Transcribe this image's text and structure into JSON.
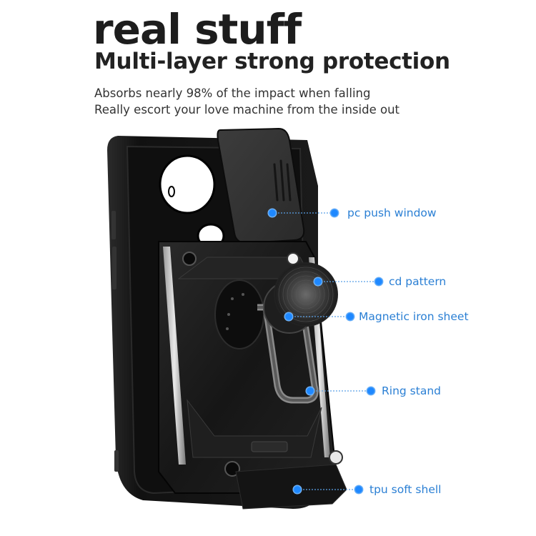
{
  "header": {
    "title": "real stuff",
    "subtitle": "Multi-layer strong protection",
    "description": [
      "Absorbs nearly 98% of the impact when falling",
      "Really escort your love machine from the inside out"
    ]
  },
  "product": {
    "name": "phone-case-with-camera-slider-and-ring-stand",
    "case_color": "#1a1a1a",
    "accent_color": "#2a7fd4"
  },
  "callouts": [
    {
      "label": "pc push window",
      "part": "camera-slide-cover"
    },
    {
      "label": "cd pattern",
      "part": "ring-top-disc"
    },
    {
      "label": "Magnetic iron sheet",
      "part": "magnet-plate"
    },
    {
      "label": "Ring stand",
      "part": "ring-kickstand"
    },
    {
      "label": "tpu soft shell",
      "part": "tpu-bumper"
    }
  ]
}
